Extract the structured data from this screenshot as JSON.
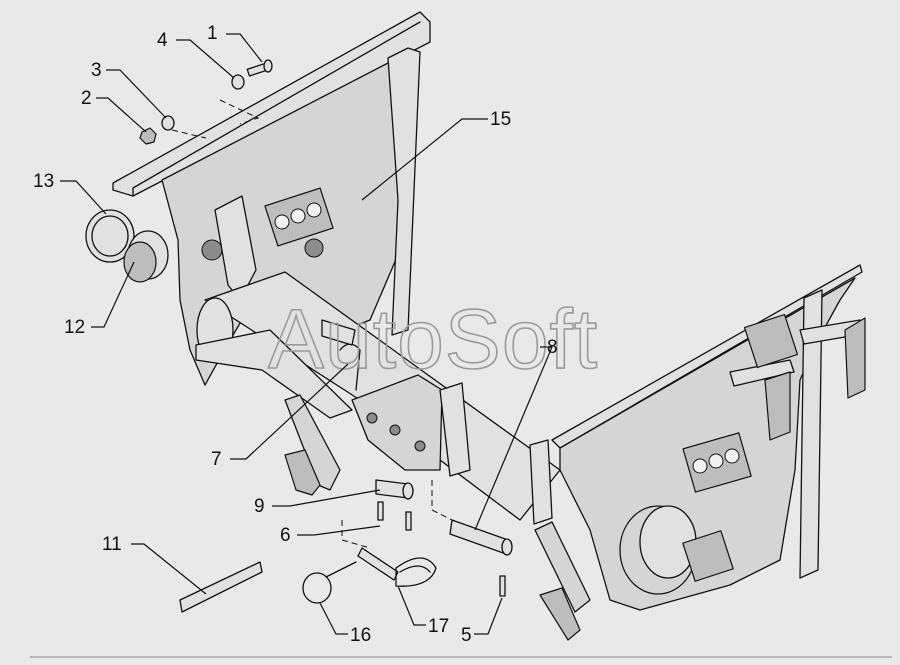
{
  "watermark": "AutoSoft",
  "callouts": [
    {
      "id": "c1",
      "label": "1"
    },
    {
      "id": "c2",
      "label": "2"
    },
    {
      "id": "c3",
      "label": "3"
    },
    {
      "id": "c4",
      "label": "4"
    },
    {
      "id": "c5",
      "label": "5"
    },
    {
      "id": "c6",
      "label": "6"
    },
    {
      "id": "c7",
      "label": "7"
    },
    {
      "id": "c8",
      "label": "8"
    },
    {
      "id": "c9",
      "label": "9"
    },
    {
      "id": "c11",
      "label": "11"
    },
    {
      "id": "c12",
      "label": "12"
    },
    {
      "id": "c13",
      "label": "13"
    },
    {
      "id": "c15",
      "label": "15"
    },
    {
      "id": "c16",
      "label": "16"
    },
    {
      "id": "c17",
      "label": "17"
    }
  ]
}
